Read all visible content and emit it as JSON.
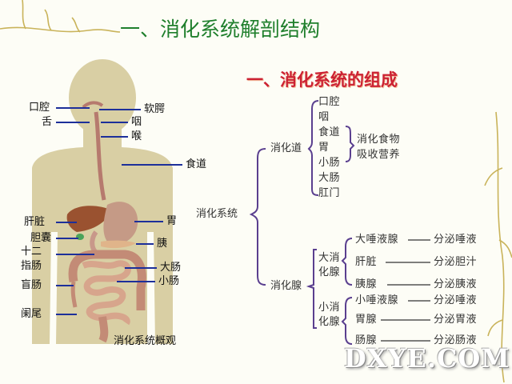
{
  "slide_title": "一、消化系统解剖结构",
  "section_title": "一、消化系统的组成",
  "figure": {
    "caption": "消化系统概观",
    "labels_left": [
      "口腔",
      "舌",
      "肝脏",
      "胆囊",
      "十二",
      "指肠",
      "盲肠",
      "阑尾"
    ],
    "labels_right": [
      "软腭",
      "咽",
      "喉",
      "食道",
      "胃",
      "胰",
      "大肠",
      "小肠"
    ]
  },
  "tree": {
    "root": "消化系统",
    "tract": {
      "name": "消化道",
      "organs": [
        "口腔",
        "咽",
        "食道",
        "胃",
        "小肠",
        "大肠",
        "肛门"
      ],
      "function": [
        "消化食物",
        "吸收营养"
      ]
    },
    "glands": {
      "name": "消化腺",
      "large": {
        "name": [
          "大消",
          "化腺"
        ],
        "items": [
          "大唾液腺",
          "肝脏",
          "胰腺"
        ],
        "secretes": [
          "分泌唾液",
          "分泌胆汁",
          "分泌胰液"
        ]
      },
      "small": {
        "name": [
          "小消",
          "化腺"
        ],
        "items": [
          "小唾液腺",
          "胃腺",
          "肠腺"
        ],
        "secretes": [
          "分泌唾液",
          "分泌胃液",
          "分泌肠液"
        ]
      }
    }
  },
  "watermark": "DXYE.COM",
  "colors": {
    "title_green": "#1f7f2c",
    "section_red": "#cc2233",
    "pointer_blue": "#1d2f9a",
    "bracket_purple": "#5a3f8f"
  }
}
